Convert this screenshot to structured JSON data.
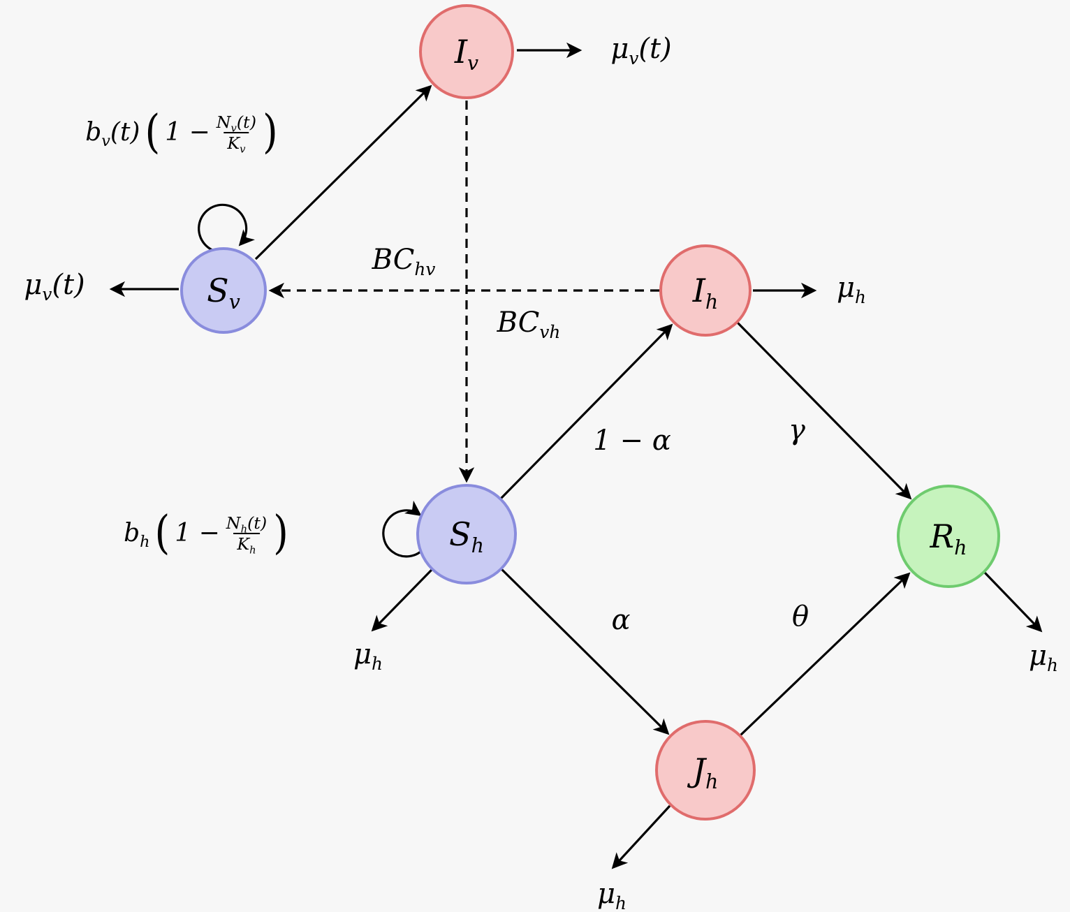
{
  "colors": {
    "background": "#f7f7f7",
    "edge": "#000000",
    "infected_fill": "#f8c9c9",
    "infected_stroke": "#e06c6c",
    "susceptible_fill": "#c9cbf3",
    "susceptible_stroke": "#898cdd",
    "recovered_fill": "#c6f3bd",
    "recovered_stroke": "#6ecb6e"
  },
  "nodes": {
    "Iv": {
      "label": [
        {
          "t": "I"
        },
        {
          "sub": "v"
        }
      ]
    },
    "Sv": {
      "label": [
        {
          "t": "S"
        },
        {
          "sub": "v"
        }
      ]
    },
    "Ih": {
      "label": [
        {
          "t": "I"
        },
        {
          "sub": "h"
        }
      ]
    },
    "Sh": {
      "label": [
        {
          "t": "S"
        },
        {
          "sub": "h"
        }
      ]
    },
    "Rh": {
      "label": [
        {
          "t": "R"
        },
        {
          "sub": "h"
        }
      ]
    },
    "Jh": {
      "label": [
        {
          "t": "J"
        },
        {
          "sub": "h"
        }
      ]
    }
  },
  "edge_labels": {
    "mu_v_top": [
      {
        "t": "μ"
      },
      {
        "sub": "v"
      },
      {
        "t": "(t)"
      }
    ],
    "mu_v_left": [
      {
        "t": "μ"
      },
      {
        "sub": "v"
      },
      {
        "t": "(t)"
      }
    ],
    "bc_hv": [
      {
        "t": "BC"
      },
      {
        "sub": "hv"
      }
    ],
    "bc_vh": [
      {
        "t": "BC"
      },
      {
        "sub": "vh"
      }
    ],
    "one_minus_alpha": "1 − α",
    "gamma": "γ",
    "alpha": "α",
    "theta": "θ",
    "mu_h_right": [
      {
        "t": "μ"
      },
      {
        "sub": "h"
      }
    ],
    "mu_h_sh": [
      {
        "t": "μ"
      },
      {
        "sub": "h"
      }
    ],
    "mu_h_rh": [
      {
        "t": "μ"
      },
      {
        "sub": "h"
      }
    ],
    "mu_h_jh": [
      {
        "t": "μ"
      },
      {
        "sub": "h"
      }
    ]
  },
  "formulas": {
    "birth_v": {
      "prefix": [
        {
          "t": "b"
        },
        {
          "sub": "v"
        },
        {
          "t": "(t)"
        }
      ],
      "lparen": "(",
      "one_minus": "1 −",
      "numerator": [
        {
          "t": "N"
        },
        {
          "sub": "v"
        },
        {
          "t": "(t)"
        }
      ],
      "denominator": [
        {
          "t": "K"
        },
        {
          "sub": "v"
        }
      ],
      "rparen": ")"
    },
    "birth_h": {
      "prefix": [
        {
          "t": "b"
        },
        {
          "sub": "h"
        }
      ],
      "lparen": "(",
      "one_minus": "1 −",
      "numerator": [
        {
          "t": "N"
        },
        {
          "sub": "h"
        },
        {
          "t": "(t)"
        }
      ],
      "denominator": [
        {
          "t": "K"
        },
        {
          "sub": "h"
        }
      ],
      "rparen": ")"
    }
  }
}
